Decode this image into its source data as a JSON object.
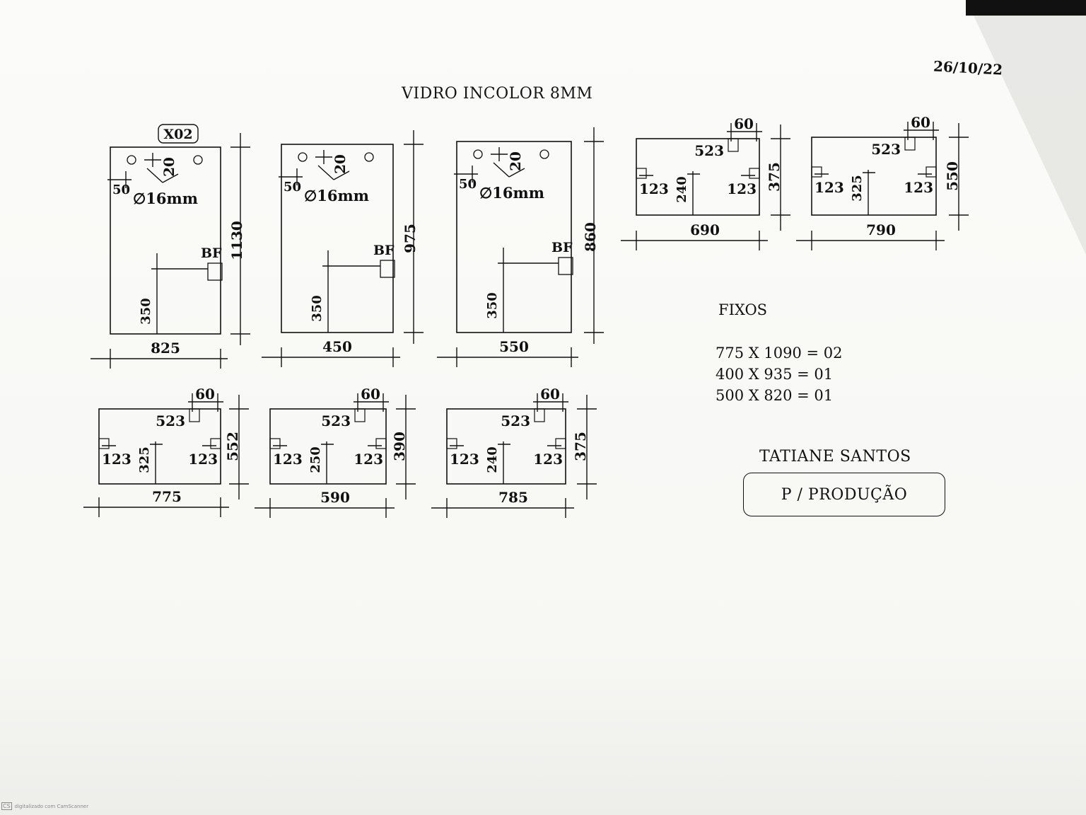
{
  "document": {
    "title": "VIDRO INCOLOR 8MM",
    "date": "26/10/22",
    "client": "TATIANE SANTOS",
    "status_label": "P / PRODUÇÃO",
    "fixos": {
      "heading": "FIXOS",
      "items": [
        "775 X 1090 = 02",
        "400 X 935 = 01",
        "500 X 820 = 01"
      ]
    },
    "footer": {
      "logo": "CS",
      "text": "digitalizado com CamScanner"
    }
  },
  "panels": [
    {
      "kind": "door",
      "width": "825",
      "height": "1130",
      "quantity": "X02",
      "hole_offset": "20",
      "edge_offset": "50",
      "hole_diameter": "∅16mm",
      "lock_label": "BF",
      "lock_height": "350"
    },
    {
      "kind": "door",
      "width": "450",
      "height": "975",
      "quantity": "",
      "hole_offset": "20",
      "edge_offset": "50",
      "hole_diameter": "∅16mm",
      "lock_label": "BF",
      "lock_height": "350"
    },
    {
      "kind": "door",
      "width": "550",
      "height": "860",
      "quantity": "",
      "hole_offset": "20",
      "edge_offset": "50",
      "hole_diameter": "∅16mm",
      "lock_label": "BF",
      "lock_height": "350"
    },
    {
      "kind": "transom",
      "width": "690",
      "height": "375",
      "top_offset": "60",
      "top_cut": "523",
      "left_cut": "123",
      "right_cut": "123",
      "middle": "240"
    },
    {
      "kind": "transom",
      "width": "790",
      "height": "550",
      "top_offset": "60",
      "top_cut": "523",
      "left_cut": "123",
      "right_cut": "123",
      "middle": "325"
    },
    {
      "kind": "transom",
      "width": "775",
      "height": "552",
      "top_offset": "60",
      "top_cut": "523",
      "left_cut": "123",
      "right_cut": "123",
      "middle": "325"
    },
    {
      "kind": "transom",
      "width": "590",
      "height": "390",
      "top_offset": "60",
      "top_cut": "523",
      "left_cut": "123",
      "right_cut": "123",
      "middle": "250"
    },
    {
      "kind": "transom",
      "width": "785",
      "height": "375",
      "top_offset": "60",
      "top_cut": "523",
      "left_cut": "123",
      "right_cut": "123",
      "middle": "240"
    }
  ]
}
